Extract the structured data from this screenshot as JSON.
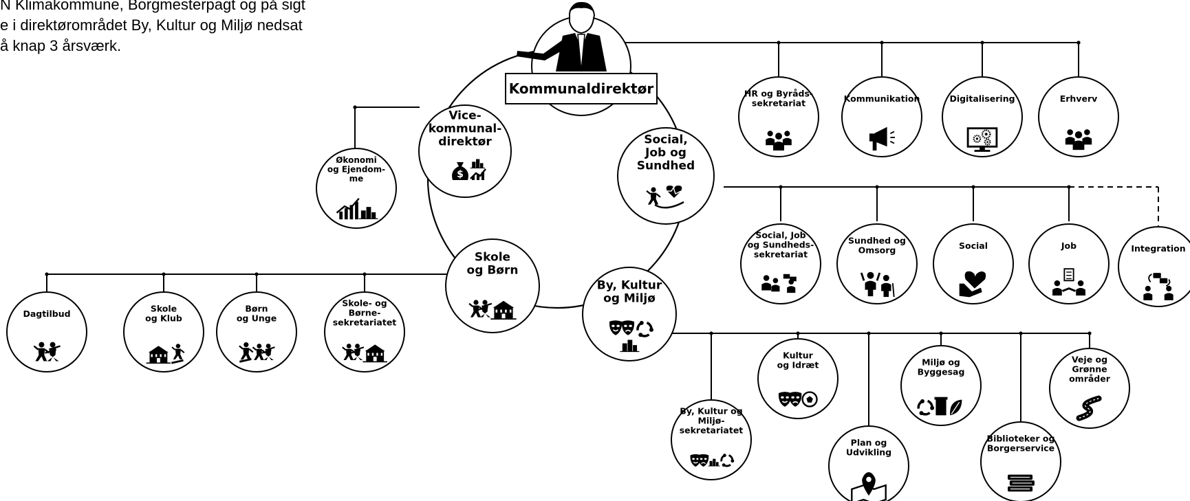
{
  "intro_lines": [
    "N Klimakommune, Borgmesterpagt og på sigt",
    "e i direktørområdet By, Kultur og Miljø nedsat",
    "å knap 3 årsværk."
  ],
  "director": {
    "label": "Kommunaldirektør"
  },
  "staff_units": [
    {
      "id": "hr",
      "lines": [
        "HR og Byråds-",
        "sekretariat"
      ],
      "icon": "people-group-icon"
    },
    {
      "id": "kommunikation",
      "lines": [
        "Kommunikation"
      ],
      "icon": "megaphone-icon"
    },
    {
      "id": "digitalisering",
      "lines": [
        "Digitalisering"
      ],
      "icon": "monitor-gears-icon"
    },
    {
      "id": "erhverv",
      "lines": [
        "Erhverv"
      ],
      "icon": "business-people-icon"
    }
  ],
  "vice_director": {
    "lines": [
      "Vice-",
      "kommunal-",
      "direktør"
    ],
    "icon": "money-bag-buildings-icon"
  },
  "economy": {
    "lines": [
      "Økonomi",
      "og Ejendom-",
      "me"
    ],
    "icon": "growth-chart-buildings-icon"
  },
  "areas": {
    "social": {
      "lines": [
        "Social,",
        "Job og",
        "Sundhed"
      ],
      "icon": "runner-heart-hand-icon"
    },
    "skole": {
      "lines": [
        "Skole",
        "og Børn"
      ],
      "icon": "children-school-icon"
    },
    "by": {
      "lines": [
        "By, Kultur",
        "og Miljø"
      ],
      "icon": "masks-recycle-city-icon"
    }
  },
  "social_units": [
    {
      "id": "sjs_sek",
      "lines": [
        "Social, Job",
        "og Sundheds-",
        "sekretariat"
      ],
      "icon": "people-meeting-icon"
    },
    {
      "id": "sundhed",
      "lines": [
        "Sundhed og",
        "Omsorg"
      ],
      "icon": "elderly-care-icon"
    },
    {
      "id": "social",
      "lines": [
        "Social"
      ],
      "icon": "heart-hands-icon"
    },
    {
      "id": "job",
      "lines": [
        "Job"
      ],
      "icon": "handshake-document-icon"
    },
    {
      "id": "integration",
      "lines": [
        "Integration"
      ],
      "icon": "conversation-icon"
    }
  ],
  "skole_units": [
    {
      "id": "dagtilbud",
      "lines": [
        "Dagtilbud"
      ],
      "icon": "children-play-icon"
    },
    {
      "id": "skole_klub",
      "lines": [
        "Skole",
        "og Klub"
      ],
      "icon": "school-skater-icon"
    },
    {
      "id": "born_unge",
      "lines": [
        "Børn",
        "og Unge"
      ],
      "icon": "skater-children-icon"
    },
    {
      "id": "skole_sek",
      "lines": [
        "Skole- og",
        "Børne-",
        "sekretariatet"
      ],
      "icon": "children-school-icon"
    }
  ],
  "by_units": [
    {
      "id": "bkm_sek",
      "lines": [
        "By, Kultur og",
        "Miljø-",
        "sekretariatet"
      ],
      "icon": "masks-city-recycle-icon"
    },
    {
      "id": "kultur",
      "lines": [
        "Kultur",
        "og Idræt"
      ],
      "icon": "masks-football-icon"
    },
    {
      "id": "plan",
      "lines": [
        "Plan og",
        "Udvikling"
      ],
      "icon": "map-pin-icon"
    },
    {
      "id": "miljo",
      "lines": [
        "Miljø og",
        "Byggesag"
      ],
      "icon": "recycle-bin-leaf-icon"
    },
    {
      "id": "bibliotek",
      "lines": [
        "Biblioteker og",
        "Borgerservice"
      ],
      "icon": "books-icon"
    },
    {
      "id": "veje",
      "lines": [
        "Veje og",
        "Grønne",
        "områder"
      ],
      "icon": "road-icon"
    }
  ]
}
